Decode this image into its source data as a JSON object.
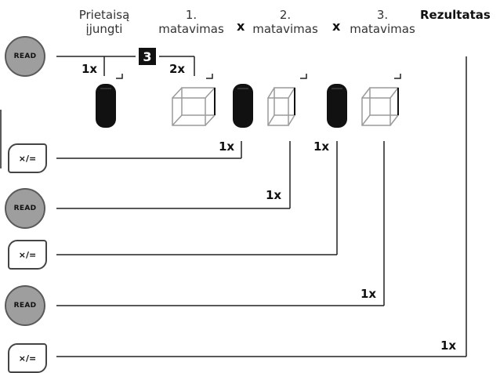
{
  "header": {
    "col1": [
      "Prietaisą",
      "įjungti"
    ],
    "col2": [
      "1.",
      "matavimas"
    ],
    "col3": [
      "2.",
      "matavimas"
    ],
    "col4": [
      "3.",
      "matavimas"
    ],
    "result": "Rezultatas",
    "multiply_symbol": "x"
  },
  "badge": "3",
  "counts": {
    "power_on": "1x",
    "badge_press": "2x",
    "mul1": "1x",
    "read2": "1x",
    "mul2": "1x",
    "read3": "1x",
    "mul3": "1x"
  },
  "buttons": {
    "read": "READ",
    "multiply": "×/="
  }
}
